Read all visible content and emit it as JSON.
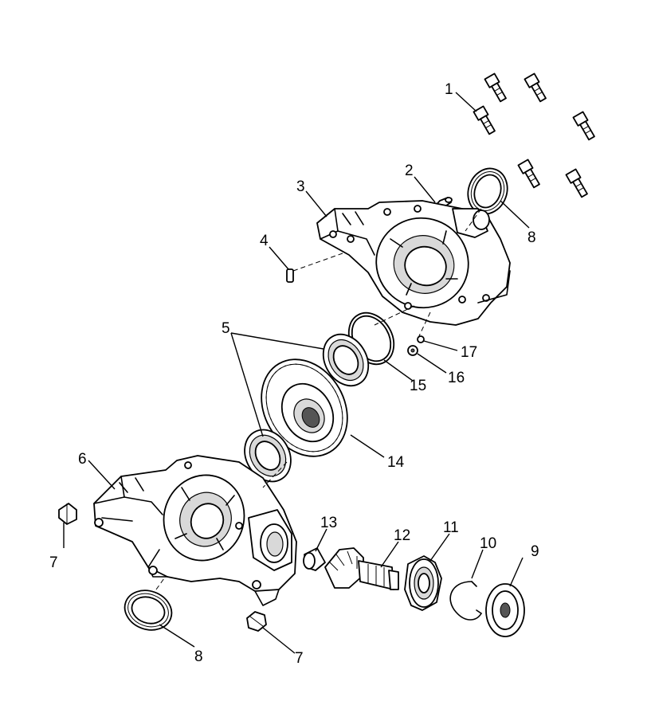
{
  "callouts": {
    "c1": "1",
    "c2": "2",
    "c3": "3",
    "c4": "4",
    "c5": "5",
    "c6": "6",
    "c7a": "7",
    "c7b": "7",
    "c8a": "8",
    "c8b": "8",
    "c9": "9",
    "c10": "10",
    "c11": "11",
    "c12": "12",
    "c13": "13",
    "c14": "14",
    "c15": "15",
    "c16": "16",
    "c17": "17"
  }
}
